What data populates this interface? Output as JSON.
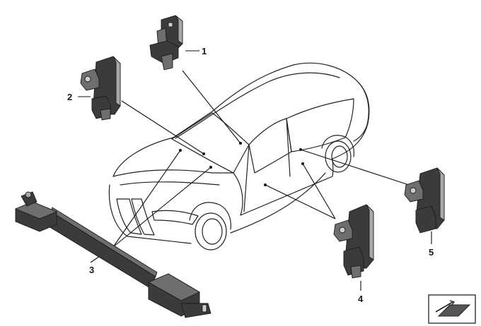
{
  "callouts": [
    {
      "id": "1",
      "label": "1"
    },
    {
      "id": "2",
      "label": "2"
    },
    {
      "id": "3",
      "label": "3"
    },
    {
      "id": "4",
      "label": "4"
    },
    {
      "id": "5",
      "label": "5"
    }
  ],
  "icons": {
    "nav": "navigation-arrow-icon"
  },
  "colors": {
    "line": "#111111",
    "part_dark": "#3b3b3b",
    "part_mid": "#6e6e6e",
    "part_light": "#a9a9a9"
  }
}
